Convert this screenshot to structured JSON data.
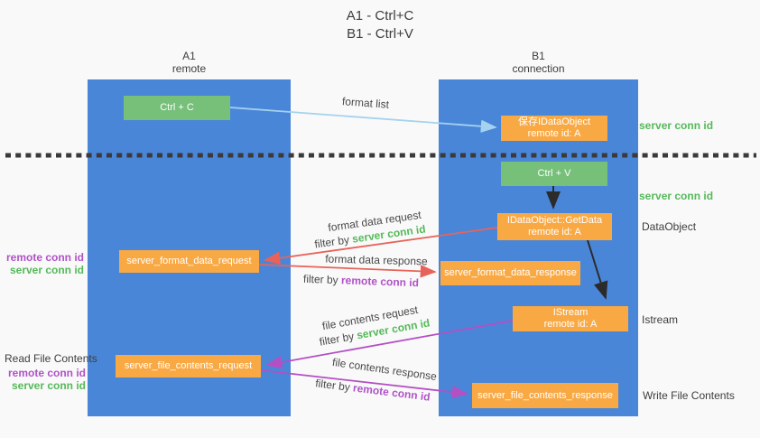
{
  "title": {
    "line1": "A1 - Ctrl+C",
    "line2": "B1 - Ctrl+V"
  },
  "lanes": {
    "left": {
      "name": "A1",
      "role": "remote"
    },
    "right": {
      "name": "B1",
      "role": "connection"
    }
  },
  "nodes": {
    "ctrl_c": "Ctrl + C",
    "ctrl_v": "Ctrl + V",
    "save_idataobject": {
      "line1": "保存IDataObject",
      "line2": "remote id: A"
    },
    "idataobject_getdata": {
      "line1": "IDataObject::GetData",
      "line2": "remote id: A"
    },
    "istream": {
      "line1": "IStream",
      "line2": "remote id: A"
    },
    "server_format_data_request": "server_format_data_request",
    "server_format_data_response": "server_format_data_response",
    "server_file_contents_request": "server_file_contents_request",
    "server_file_contents_response": "server_file_contents_response"
  },
  "arrow_labels": {
    "format_list": "format list",
    "format_data_request": "format data request",
    "format_data_response": "format data response",
    "file_contents_request": "file contents request",
    "file_contents_response": "file contents response",
    "filter_by": "filter by ",
    "server_conn_id": "server conn id",
    "remote_conn_id": "remote conn id"
  },
  "side_labels": {
    "server_conn_id": "server conn id",
    "remote_conn_id": "remote conn id",
    "dataobject": "DataObject",
    "istream": "Istream",
    "read_file_contents": "Read File Contents",
    "write_file_contents": "Write File Contents"
  },
  "colors": {
    "lane_blue": "#4a86d8",
    "node_green": "#76c07a",
    "node_orange": "#f9a944",
    "text_green": "#55b95a",
    "text_purple": "#b052c7",
    "arrow_red": "#e7635a",
    "arrow_purple": "#b44fc4",
    "arrow_lightblue": "#a5d2ef",
    "arrow_black": "#2b2b2b"
  }
}
